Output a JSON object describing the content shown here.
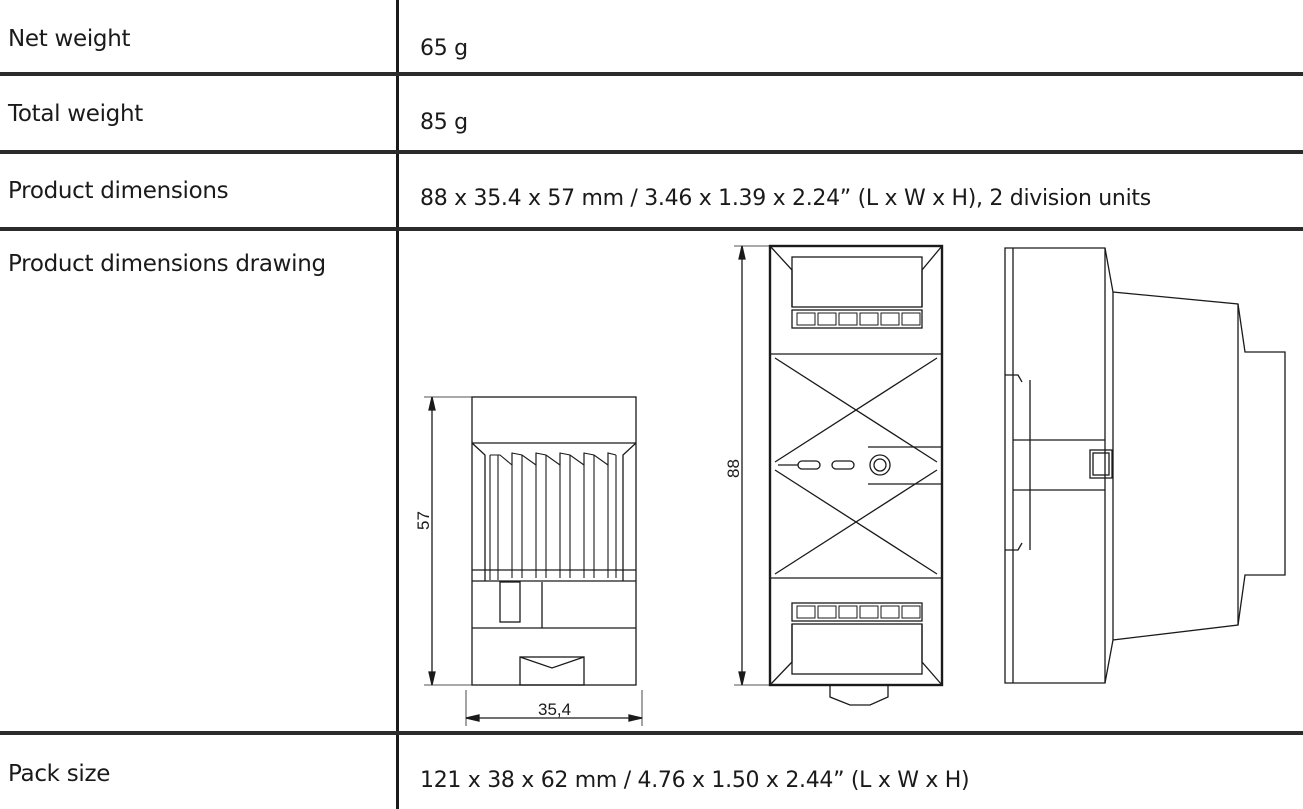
{
  "rows": [
    {
      "label": "Net weight",
      "value": "65 g"
    },
    {
      "label": "Total weight",
      "value": "85 g"
    },
    {
      "label": "Product dimensions",
      "value": "88 x 35.4 x 57 mm / 3.46 x 1.39 x 2.24” (L x W x H), 2 division units"
    },
    {
      "label": "Product dimensions drawing"
    },
    {
      "label": "Pack size",
      "value": "121 x 38 x 62 mm / 4.76 x 1.50 x 2.44” (L x W x H)"
    }
  ],
  "drawing": {
    "height_label": "57",
    "width_label": "35,4",
    "length_label": "88"
  }
}
